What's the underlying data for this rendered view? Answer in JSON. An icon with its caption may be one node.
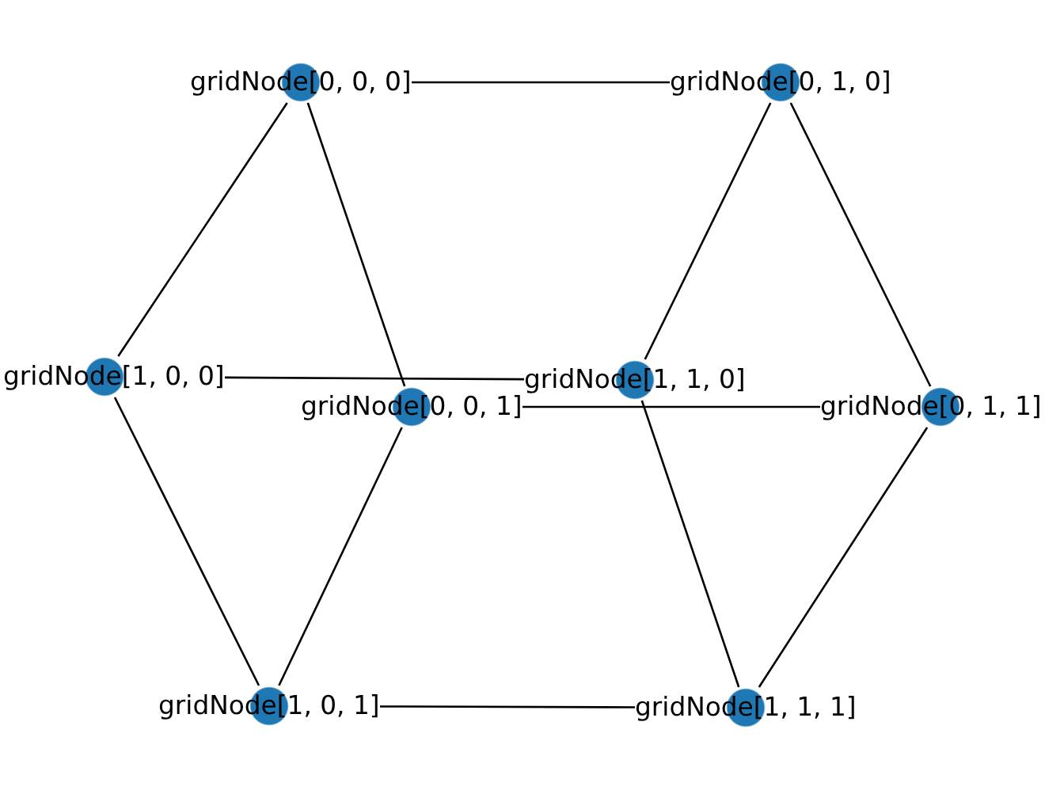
{
  "diagram": {
    "nodes": [
      {
        "text": [
          "gridNode[0, 0, 0]"
        ]
      },
      {
        "text": [
          "gridNode[0, 1, 0]"
        ]
      },
      {
        "text": [
          "gridNode[1, 0, 0]"
        ]
      },
      {
        "text": [
          "gridNode[1, 1, 0]"
        ]
      },
      {
        "text": [
          "gridNode[0, 0, 1]"
        ]
      },
      {
        "text": [
          "gridNode[0, 1, 1]"
        ]
      },
      {
        "text": [
          "gridNode[1, 0, 1]"
        ]
      },
      {
        "text": [
          "gridNode[1, 1, 1]"
        ]
      }
    ],
    "edges": [
      {
        "from": 0,
        "to": 1,
        "arrow": "none"
      },
      {
        "from": 0,
        "to": 2,
        "arrow": "none"
      },
      {
        "from": 0,
        "to": 4,
        "arrow": "none"
      },
      {
        "from": 1,
        "to": 3,
        "arrow": "none"
      },
      {
        "from": 1,
        "to": 5,
        "arrow": "none"
      },
      {
        "from": 2,
        "to": 3,
        "arrow": "none"
      },
      {
        "from": 2,
        "to": 6,
        "arrow": "none"
      },
      {
        "from": 3,
        "to": 7,
        "arrow": "none"
      },
      {
        "from": 4,
        "to": 5,
        "arrow": "none"
      },
      {
        "from": 4,
        "to": 6,
        "arrow": "none"
      },
      {
        "from": 5,
        "to": 7,
        "arrow": "none"
      },
      {
        "from": 6,
        "to": 7,
        "arrow": "none"
      }
    ]
  }
}
